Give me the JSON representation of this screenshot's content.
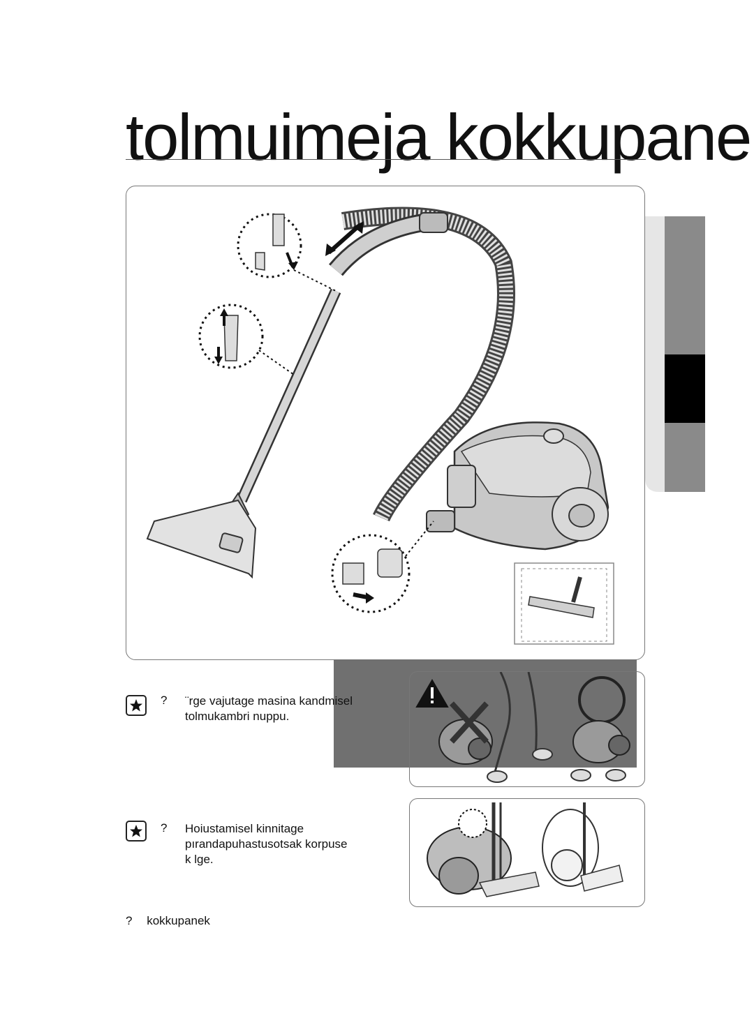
{
  "page": {
    "title": "tolmuimeja kokkupanek",
    "footer_glyph": "?",
    "footer_label": "kokkupanek"
  },
  "notes": [
    {
      "bullet": "?",
      "lines": [
        "¨rge vajutage masina kandmisel",
        "tolmukambri nuppu."
      ],
      "icon": "star-icon"
    },
    {
      "bullet": "?",
      "lines": [
        "Hoiustamisel kinnitage",
        "pırandapuhastusotsak korpuse",
        "k lge."
      ],
      "icon": "star-icon"
    }
  ],
  "icons": [
    "warning-icon",
    "prohibited-icon",
    "star-icon",
    "arrow-icon"
  ],
  "colors": {
    "band": "#707070",
    "tab_light": "#e8e8e8",
    "tab_mid": "#8a8a8a",
    "tab_dark": "#000000"
  }
}
